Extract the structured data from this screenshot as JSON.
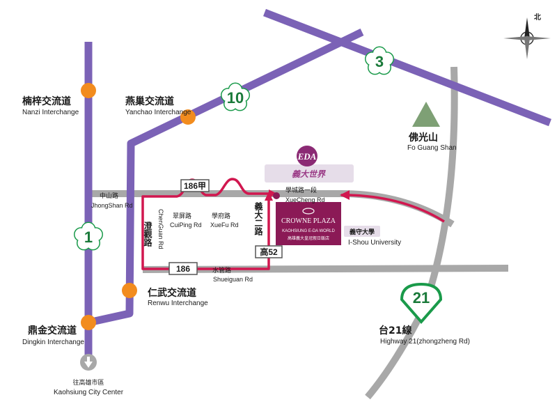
{
  "colors": {
    "highway": "#7b62b6",
    "road": "#a8a8a8",
    "route": "#d1174f",
    "interchange": "#f28c1e",
    "route_badge": "#1a9a4a",
    "hotel": "#8b1a56",
    "mountain": "#7ea075"
  },
  "compass": {
    "north": "北"
  },
  "interchanges": {
    "nanzi": {
      "zh": "楠梓交流道",
      "en": "Nanzi Interchange"
    },
    "yanchao": {
      "zh": "燕巢交流道",
      "en": "Yanchao Interchange"
    },
    "renwu": {
      "zh": "仁武交流道",
      "en": "Renwu Interchange"
    },
    "dingkin": {
      "zh": "鼎金交流道",
      "en": "Dingkin Interchange"
    }
  },
  "routes": {
    "r1": "1",
    "r10": "10",
    "r3": "3",
    "r21": "21",
    "r186a": "186甲",
    "r186": "186",
    "r52": "高52"
  },
  "roads": {
    "zhongshan": {
      "zh": "中山路",
      "en": "JhongShan Rd"
    },
    "chenguan": {
      "zh": "澄觀路",
      "en": "ChenGuan Rd"
    },
    "cuiping": {
      "zh": "翠屏路",
      "en": "CuiPing Rd"
    },
    "xuefu": {
      "zh": "學府路",
      "en": "XueFu Rd"
    },
    "yida2": {
      "zh": "義大二路"
    },
    "xuecheng": {
      "zh": "學城路一段",
      "en": "XueCheng Rd"
    },
    "shueiguan": {
      "zh": "水管路",
      "en": "Shueiguan Rd"
    },
    "hwy21": {
      "zh": "台21線",
      "en": "Highway 21(zhongzheng Rd)"
    }
  },
  "landmarks": {
    "foguang": {
      "zh": "佛光山",
      "en": "Fo Guang Shan"
    },
    "ishou": {
      "zh": "義守大學",
      "en": "I-Shou University"
    },
    "kaohsiung": {
      "zh": "往高雄市區",
      "en": "Kaohsiung City Center"
    },
    "eda": {
      "logo": "EDA",
      "zh": "義大世界"
    },
    "hotel": {
      "name": "CROWNE PLAZA",
      "sub": "KAOHSIUNG E-DA WORLD",
      "zh": "高雄義大皇冠假日飯店"
    }
  }
}
